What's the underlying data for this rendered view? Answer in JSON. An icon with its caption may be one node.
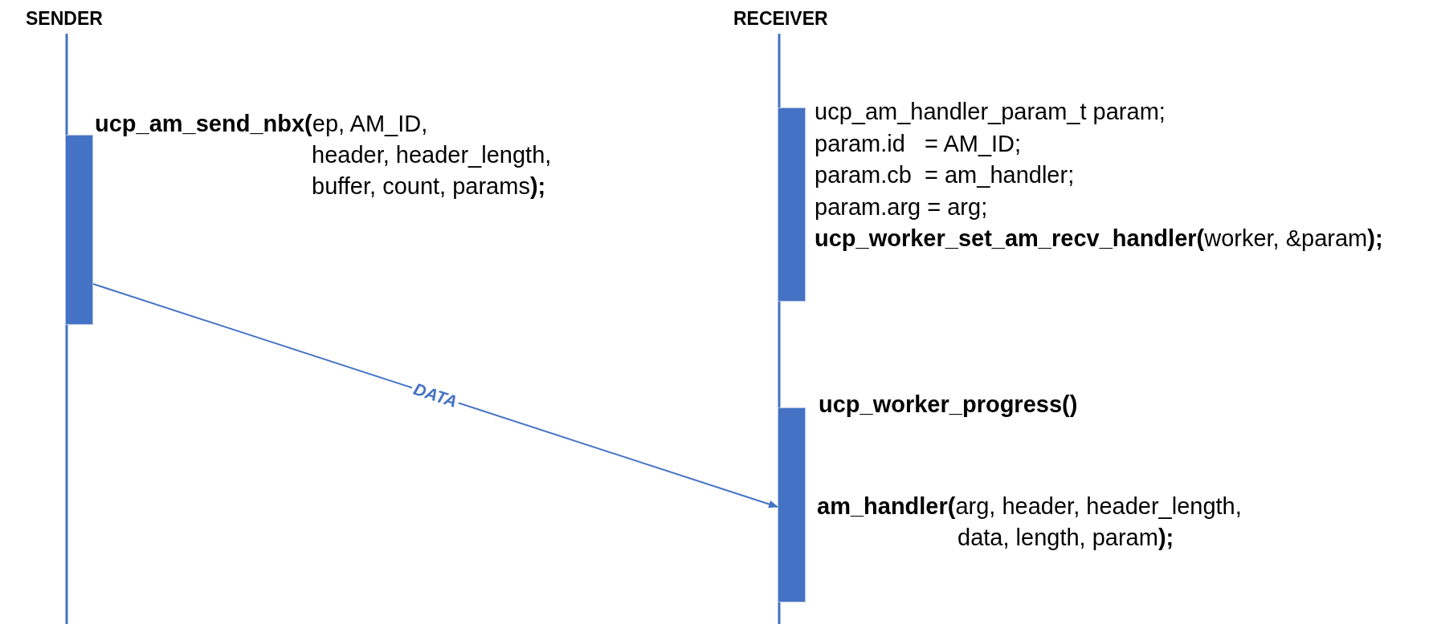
{
  "diagram": {
    "nodes": [
      {
        "text": [],
        "shape": "bar",
        "beside": [
          "**ucp_am_send_nbx(**ep, AM_ID, header, header_length, buffer, count, params**);**"
        ]
      },
      {
        "text": [],
        "shape": "bar",
        "beside": [
          "ucp_am_handler_param_t param;",
          "param.id   = AM_ID;",
          "param.cb  = am_handler;",
          "param.arg = arg;",
          "**ucp_worker_set_am_recv_handler(**worker, &param**);**"
        ]
      },
      {
        "text": [],
        "shape": "bar",
        "beside": [
          "ucp_worker_progress()",
          "**am_handler(**arg, header, header_length, data, length, param**);**"
        ]
      }
    ],
    "edges": [
      {
        "from": 0,
        "to": 2,
        "arrow": "to",
        "label": "DATA"
      }
    ],
    "labels": [
      "SENDER",
      "RECEIVER"
    ]
  }
}
